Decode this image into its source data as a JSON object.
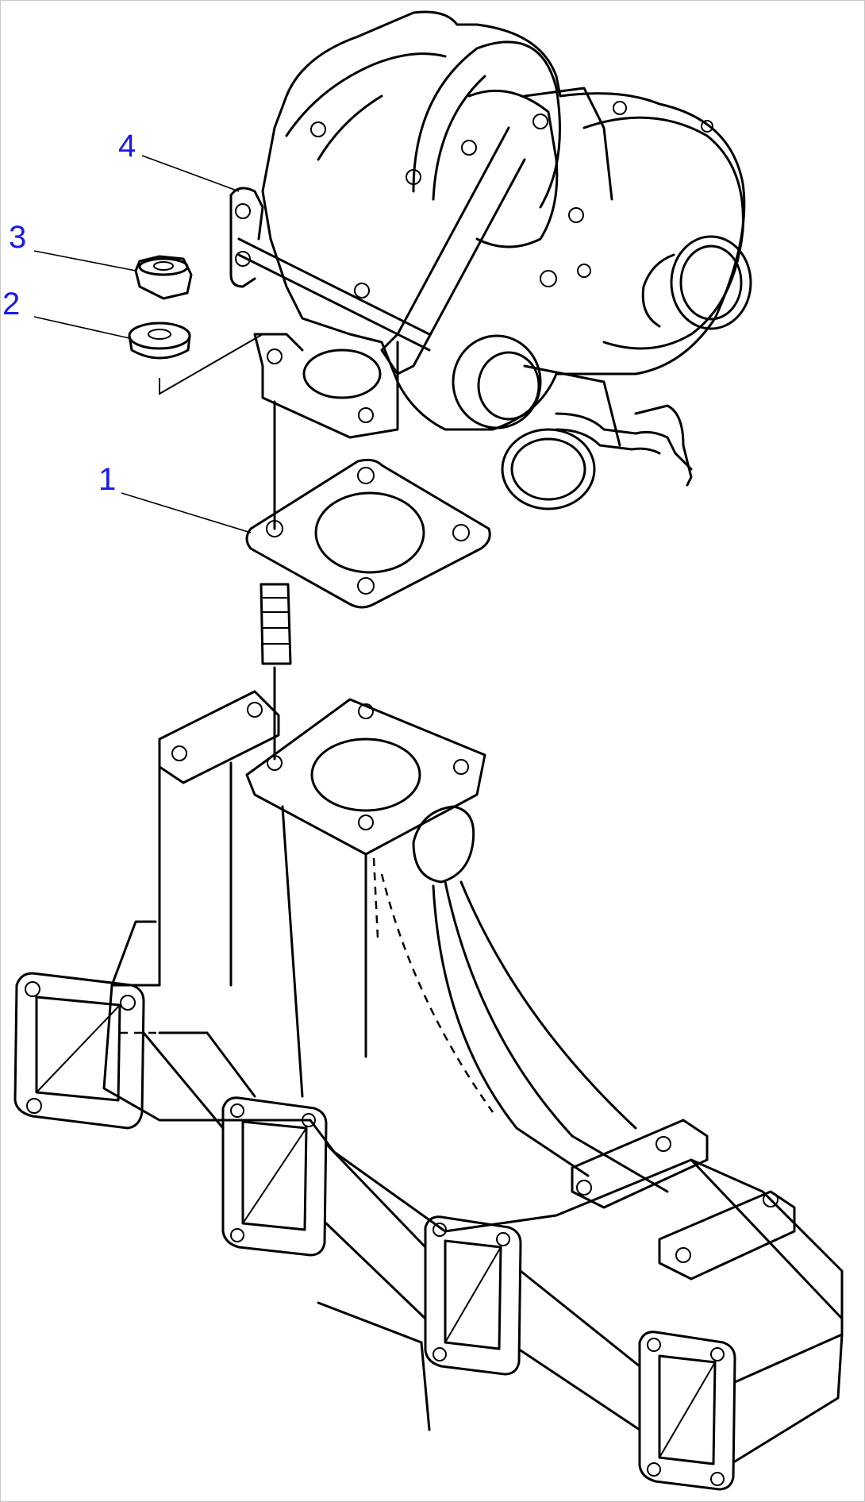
{
  "callouts": [
    {
      "id": "4",
      "label": "4"
    },
    {
      "id": "3",
      "label": "3"
    },
    {
      "id": "2",
      "label": "2"
    },
    {
      "id": "1",
      "label": "1"
    }
  ],
  "colors": {
    "callout_text": "#1a1aee",
    "line_art": "#000000",
    "background": "#ffffff"
  }
}
